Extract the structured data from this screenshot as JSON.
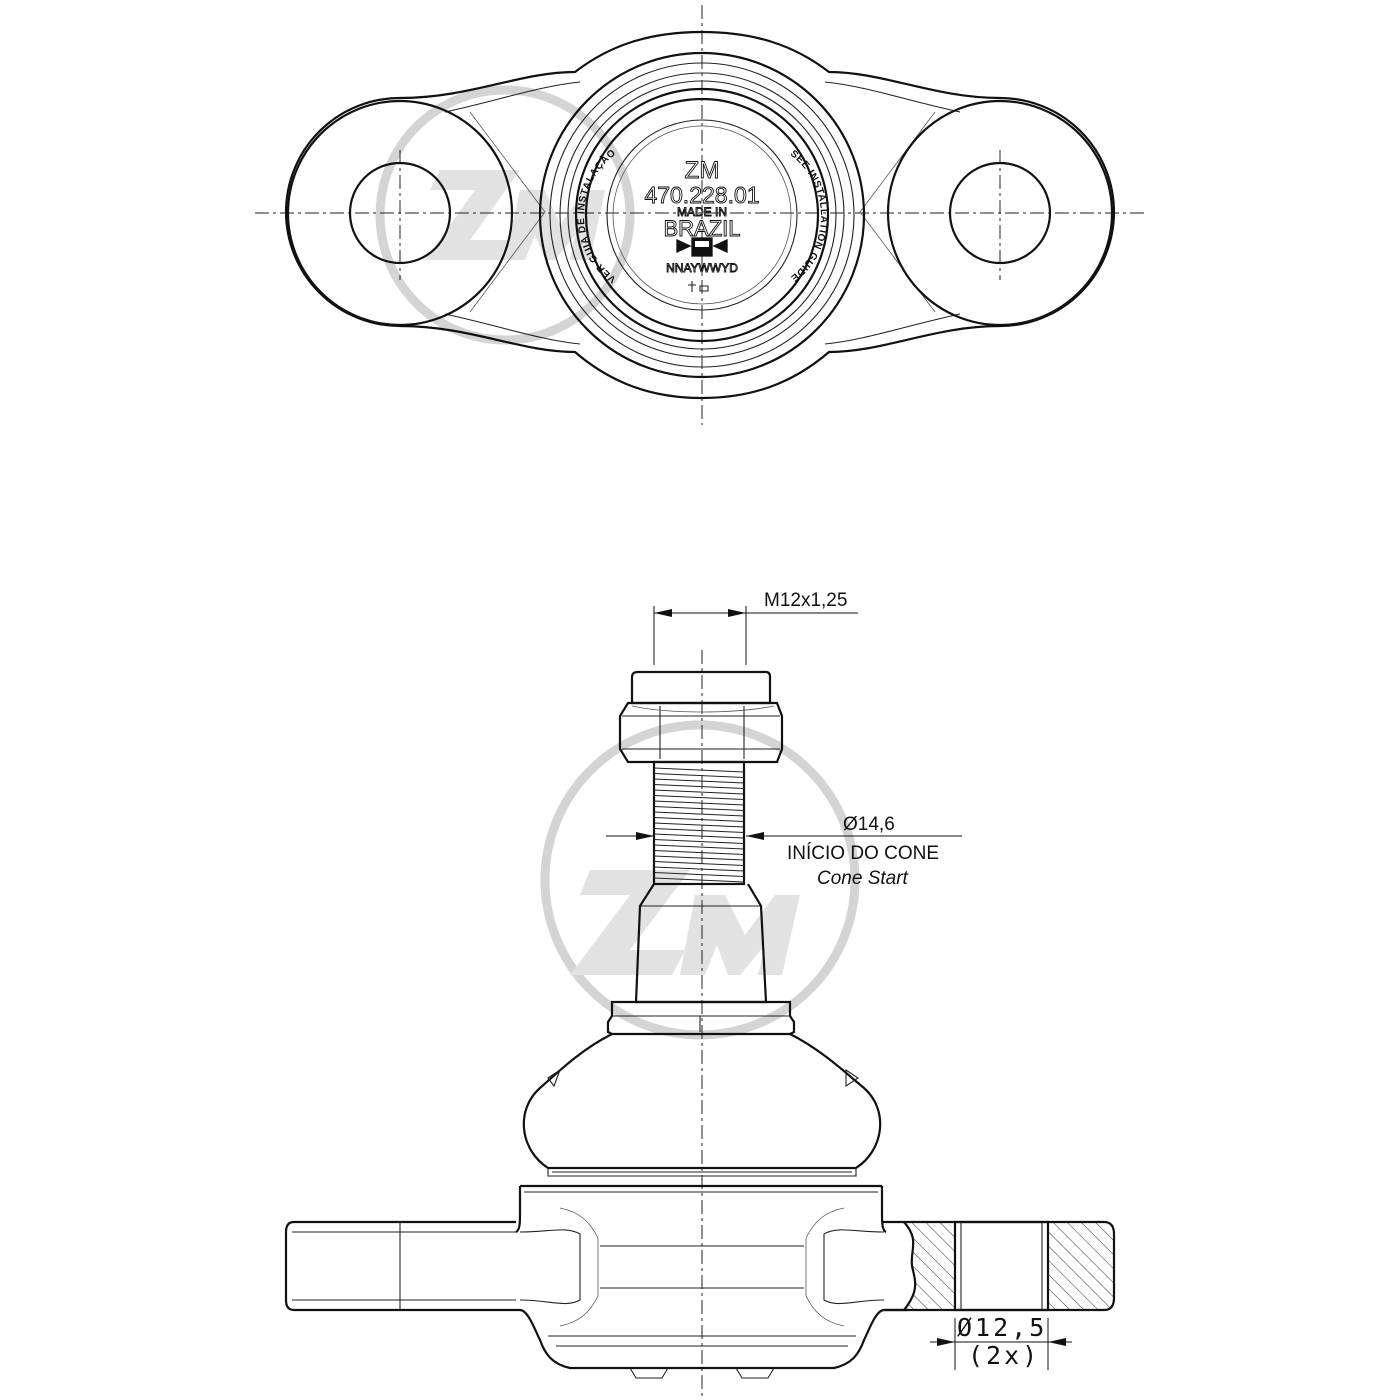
{
  "top_view": {
    "stamp": {
      "brand": "ZM",
      "part_number": "470.228.01",
      "made_in": "MADE IN",
      "country": "BRAZIL",
      "date_code": "NNAYWWYD",
      "left_arc": "VER GUIA DE INSTALAÇÃO",
      "right_arc": "SEE INSTALLATION GUIDE"
    }
  },
  "side_view": {
    "thread_dimension": "M12x1,25",
    "cone_diameter": "Ø14,6",
    "cone_label_pt": "INÍCIO DO CONE",
    "cone_label_en": "Cone Start",
    "hole_diameter": "Ø12,5",
    "hole_count": "(2x)"
  },
  "watermark": {
    "brand": "ZM",
    "color": "#d4d4d4"
  },
  "icons": {
    "stamp_logo": "car-icon"
  }
}
